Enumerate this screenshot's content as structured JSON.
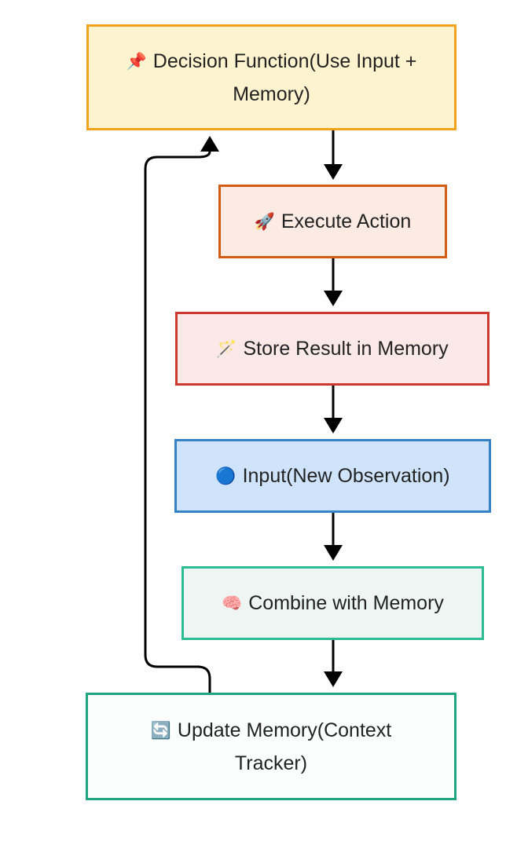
{
  "nodes": [
    {
      "id": "decision",
      "label": "Decision Function(Use Input + Memory)",
      "icon": "pushpin-icon",
      "glyph": "📌",
      "fill": "#fdf3cf",
      "stroke": "#f3a21e"
    },
    {
      "id": "execute",
      "label": "Execute Action",
      "icon": "rocket-icon",
      "glyph": "🚀",
      "fill": "#fcebe3",
      "stroke": "#d35c14"
    },
    {
      "id": "store",
      "label": "Store Result in Memory",
      "icon": "magic-wand-icon",
      "glyph": "🪄",
      "fill": "#fbe9e7",
      "stroke": "#cc3a2e"
    },
    {
      "id": "input",
      "label": "Input(New Observation)",
      "icon": "blue-circle-icon",
      "glyph": "🔵",
      "fill": "#cfe4fb",
      "stroke": "#3582c4"
    },
    {
      "id": "combine",
      "label": "Combine with Memory",
      "icon": "brain-icon",
      "glyph": "🧠",
      "fill": "#eef5f3",
      "stroke": "#2dbb93"
    },
    {
      "id": "update",
      "label": "Update Memory(Context Tracker)",
      "icon": "refresh-icon",
      "glyph": "🔄",
      "fill": "#fbfefd",
      "stroke": "#1fa580"
    }
  ],
  "edges": [
    {
      "from": "decision",
      "to": "execute"
    },
    {
      "from": "execute",
      "to": "store"
    },
    {
      "from": "store",
      "to": "input"
    },
    {
      "from": "input",
      "to": "combine"
    },
    {
      "from": "combine",
      "to": "update"
    },
    {
      "from": "update",
      "to": "decision"
    }
  ]
}
